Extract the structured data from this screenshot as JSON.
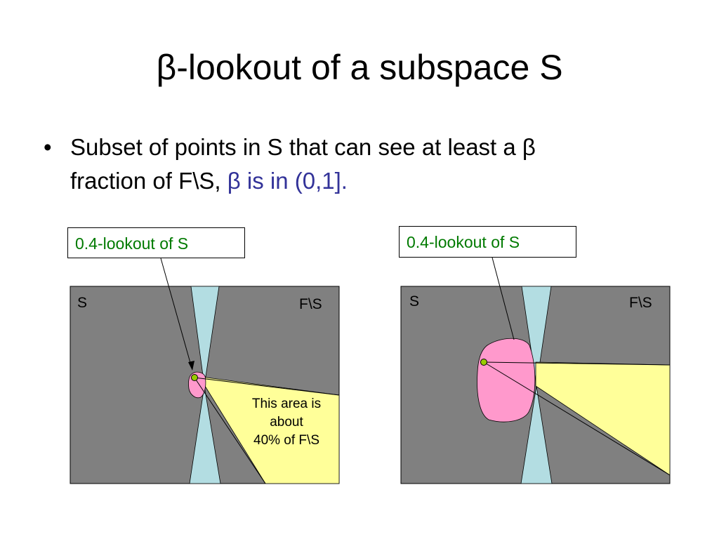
{
  "slide": {
    "title": "β-lookout of a subspace S",
    "bullet": {
      "symbol": "•",
      "text_line1": "Subset of points in S that can see at least a β",
      "text_line2": "fraction of F\\S, ",
      "text_highlight": "β is in (0,1]."
    }
  },
  "diagrams": {
    "left": {
      "callout": "0.4-lookout of S",
      "label_s": "S",
      "label_fs": "F\\S",
      "note_line1": "This area is",
      "note_line2": "about",
      "note_line3": "40% of F\\S"
    },
    "right": {
      "callout": "0.4-lookout of S",
      "label_s": "S",
      "label_fs": "F\\S"
    }
  },
  "colors": {
    "obstacle": "#808080",
    "free_corridor": "#b3dde2",
    "visible_area": "#ffff99",
    "lookout_region": "#ff99cc",
    "viewpoint": "#99cc00",
    "callout_text": "#007a00",
    "highlight_text": "#333399"
  }
}
